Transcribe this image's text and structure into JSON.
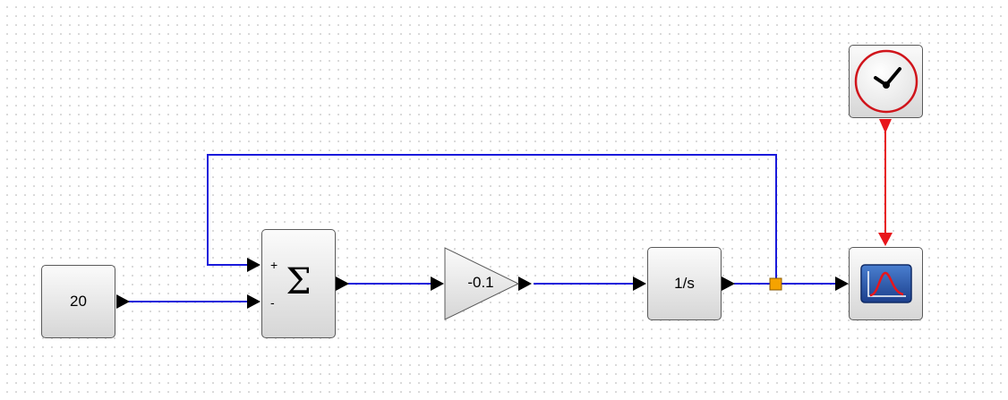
{
  "diagram": {
    "constant_block": {
      "value": "20"
    },
    "sum_block": {
      "symbol": "Σ",
      "input_plus": "+",
      "input_minus": "-"
    },
    "gain_block": {
      "value": "-0.1"
    },
    "integrator_block": {
      "label": "1/s"
    },
    "clock_block": {
      "icon": "clock-icon"
    },
    "scope_block": {
      "icon": "scope-graph-icon"
    },
    "colors": {
      "signal_link": "#1a1adb",
      "event_link": "#e8151b",
      "split_point": "#f5a300",
      "port": "#000000"
    }
  }
}
